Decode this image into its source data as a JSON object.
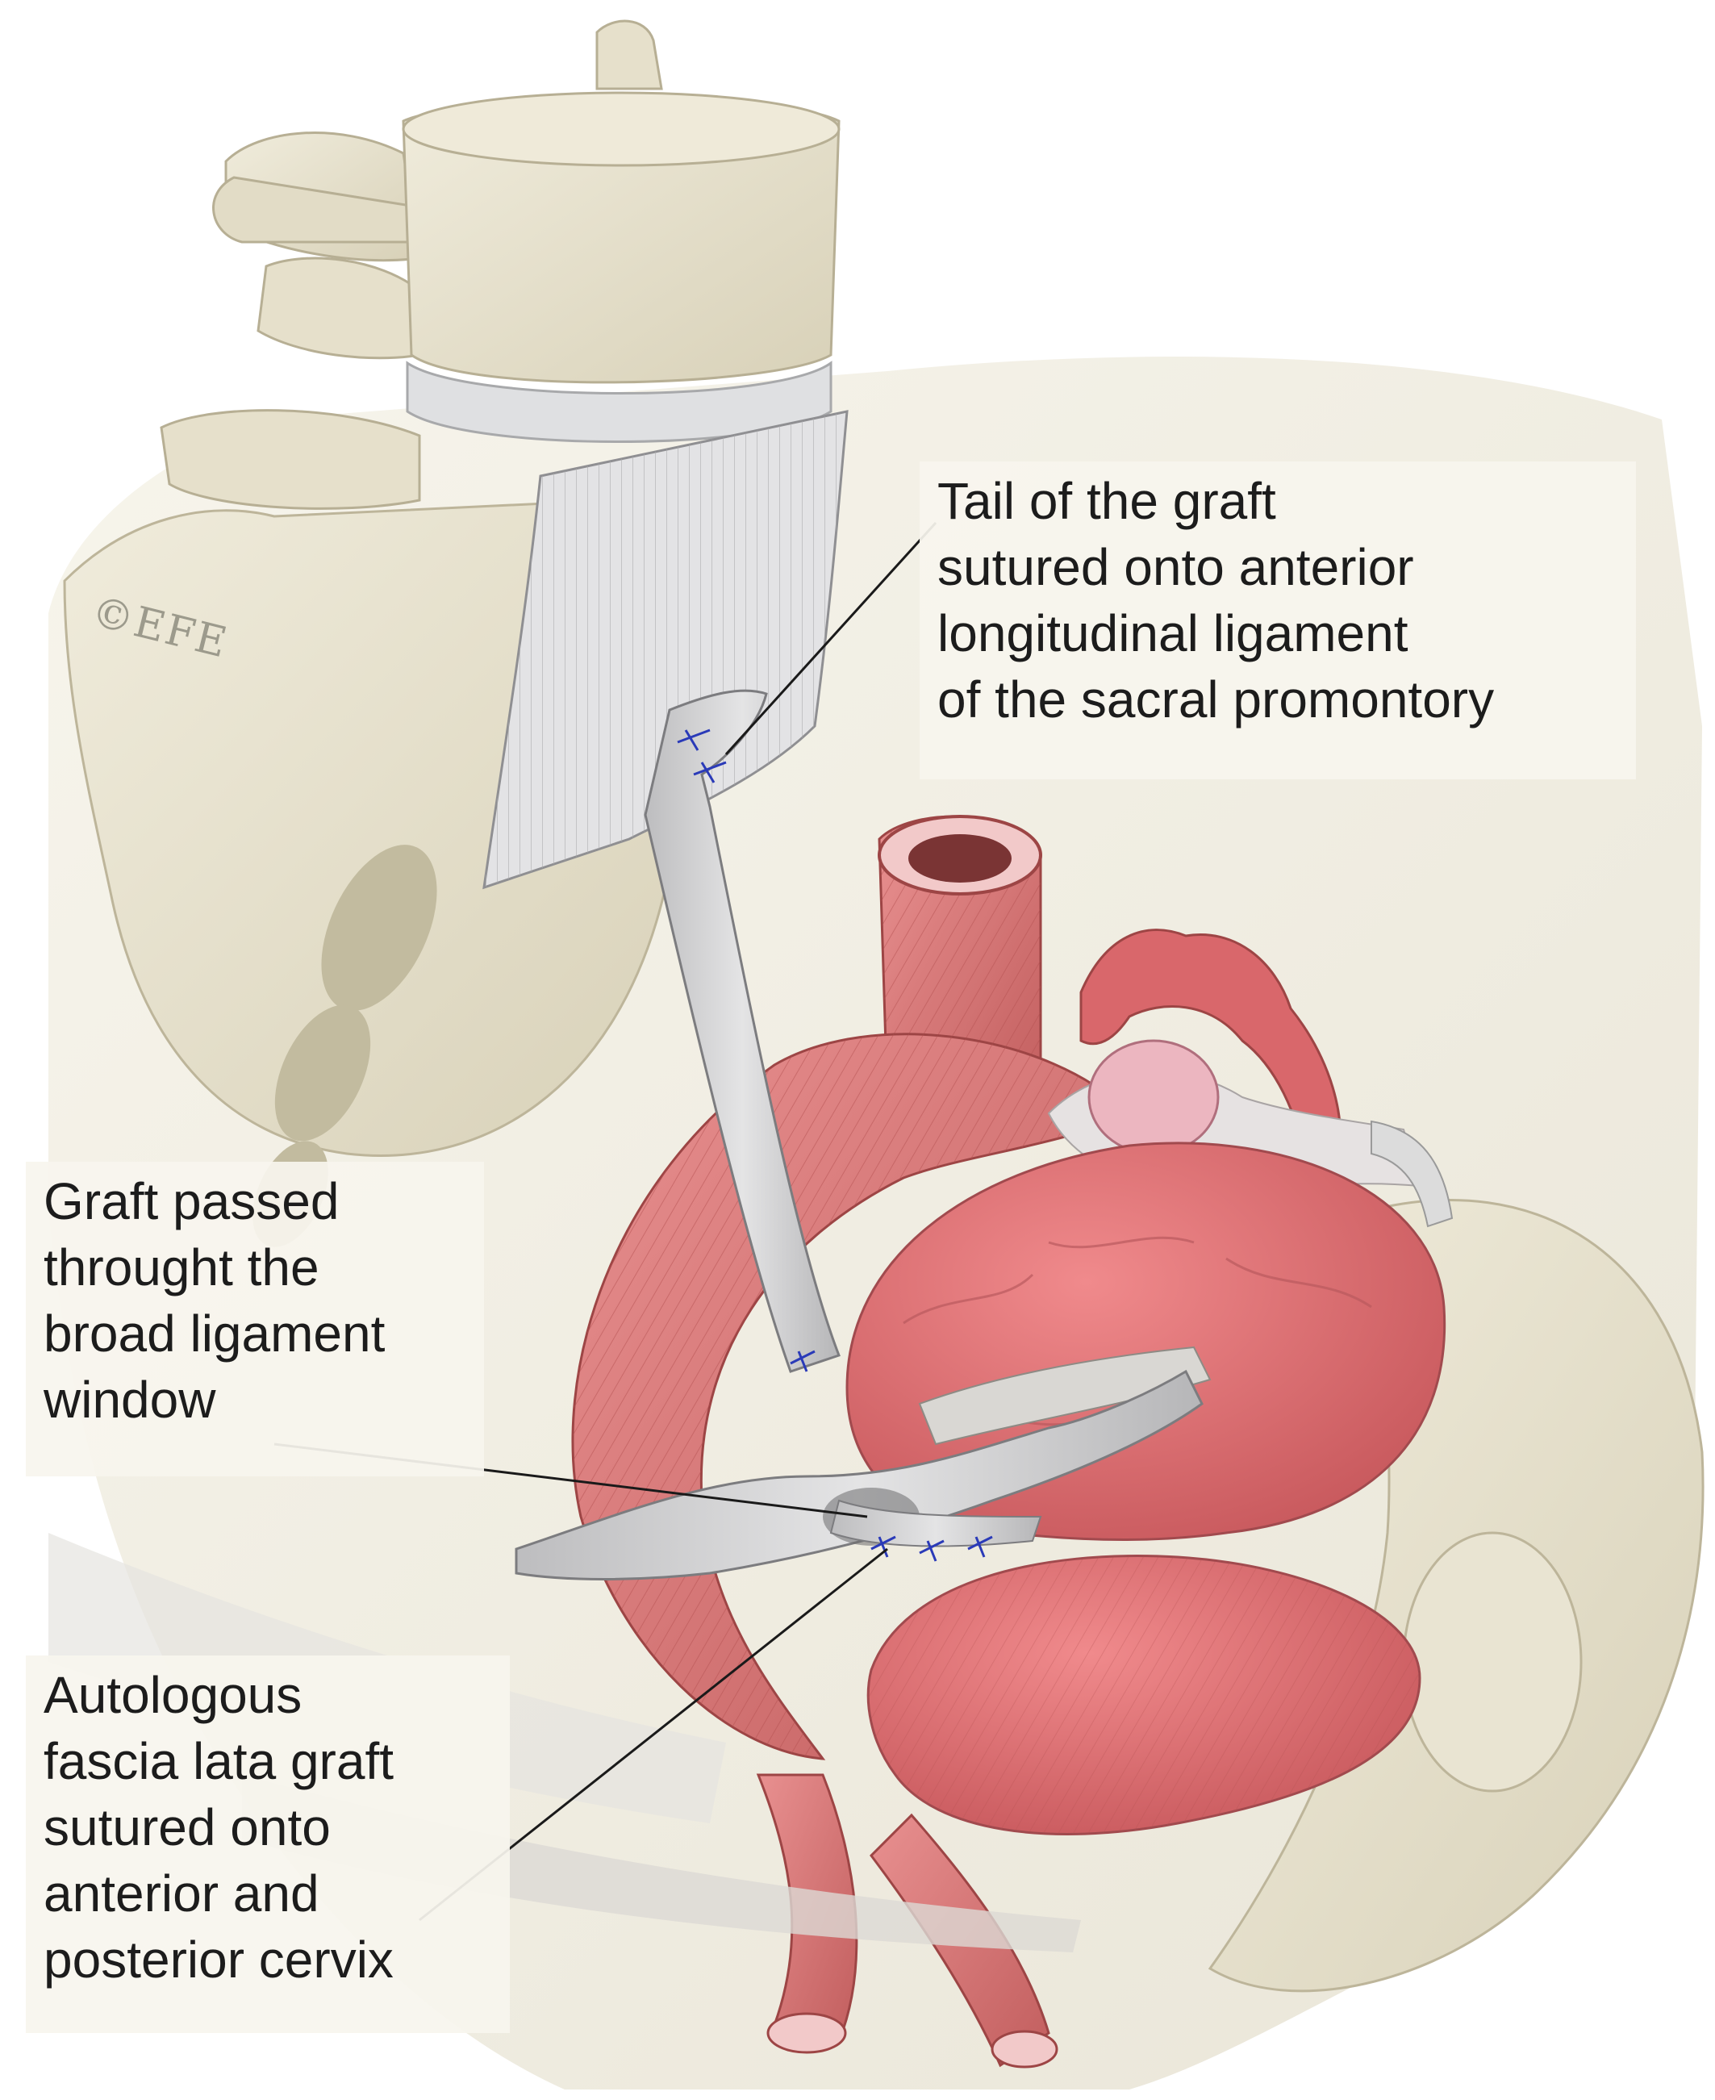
{
  "labels": {
    "tail": {
      "lines": [
        "Tail of the graft",
        "sutured onto anterior",
        "longitudinal ligament",
        "of the sacral promontory"
      ]
    },
    "window": {
      "lines": [
        "Graft passed",
        "throught the",
        "broad ligament",
        "window"
      ]
    },
    "autologous": {
      "lines": [
        "Autologous",
        "fascia lata graft",
        "sutured onto",
        "anterior and",
        "posterior cervix"
      ]
    }
  },
  "copyright": "©EFE",
  "colors": {
    "bone": "#e7e2cf",
    "bone_shadow": "#c9c2a8",
    "muscle": "#d97b7b",
    "muscle_dark": "#b85454",
    "uterus": "#de6f72",
    "graft": "#cfcfd0",
    "suture": "#2a3ab8",
    "leader": "#1a1a1a"
  },
  "icons": [
    "copyright-mark"
  ]
}
